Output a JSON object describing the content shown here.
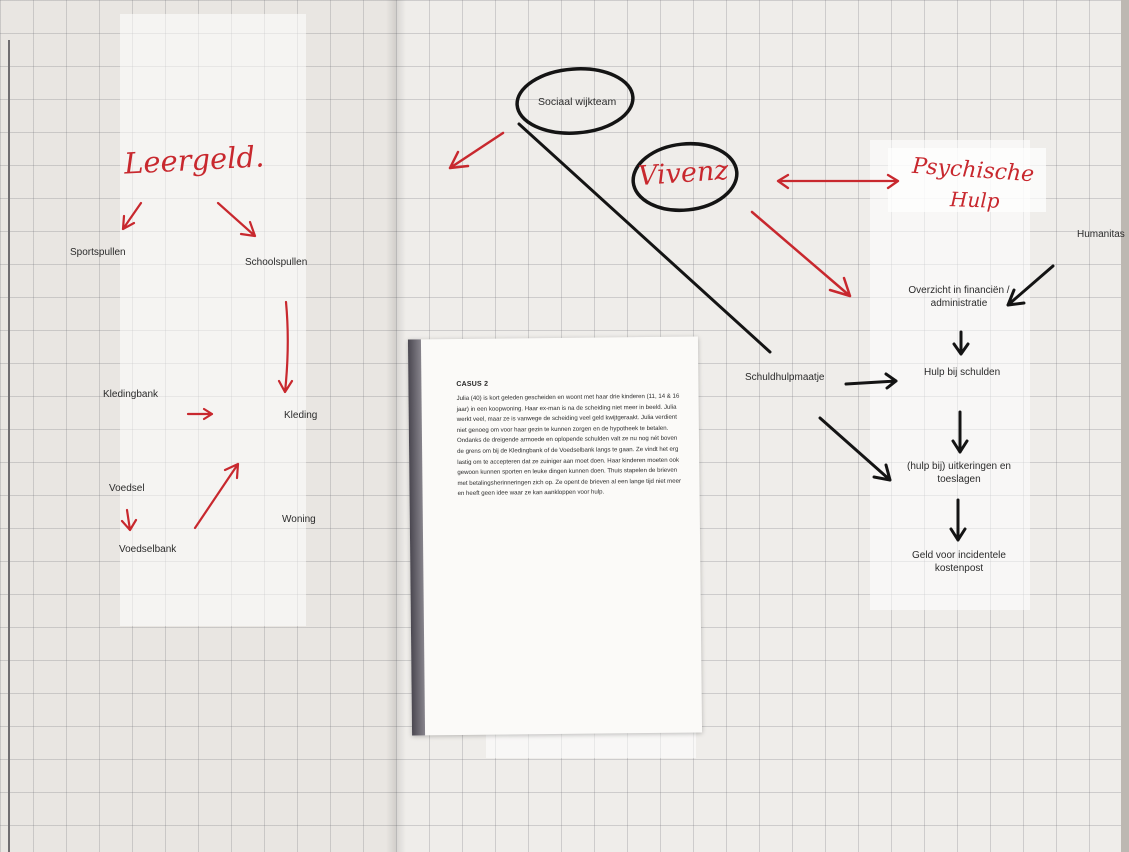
{
  "diagram": {
    "leergeld": {
      "title": "Leergeld.",
      "items": [
        "Sportspullen",
        "Schoolspullen"
      ]
    },
    "clothing_food": {
      "kledingbank": "Kledingbank",
      "kleding": "Kleding",
      "voedsel": "Voedsel",
      "voedselbank": "Voedselbank",
      "woning": "Woning"
    },
    "sociaal_wijkteam": "Sociaal wijkteam",
    "vivenz": "Vivenz",
    "psychische_hulp": [
      "Psychische",
      "Hulp"
    ],
    "humanitas": "Humanitas",
    "schuldhulpmaatje": "Schuldhulpmaatje",
    "flow": [
      "Overzicht in financiën / administratie",
      "Hulp bij schulden",
      "(hulp bij) uitkeringen en toeslagen",
      "Geld voor incidentele kostenpost"
    ]
  },
  "casus": {
    "title": "CASUS 2",
    "text": "Julia (40) is kort geleden gescheiden en woont met haar drie kinderen (11, 14 & 16 jaar) in een koopwoning. Haar ex-man is na de scheiding niet meer in beeld. Julia werkt veel, maar ze is vanwege de scheiding veel geld kwijtgeraakt. Julia verdient niet genoeg om voor haar gezin te kunnen zorgen en de hypotheek te betalen. Ondanks de dreigende armoede en oplopende schulden valt ze nu nog nét boven de grens om bij de Kledingbank of de Voedselbank langs te gaan. Ze vindt het erg lastig om te accepteren dat ze zuiniger aan moet doen. Haar kinderen moeten ook gewoon kunnen sporten en leuke dingen kunnen doen. Thuis stapelen de brieven met betalingsherinneringen zich op. Ze opent de brieven al een lange tijd niet meer en heeft geen idee waar ze kan aankloppen voor hulp."
  },
  "colors": {
    "ink_red": "#c8282e",
    "ink_black": "#1a1a1a",
    "paper": "#efedea"
  }
}
